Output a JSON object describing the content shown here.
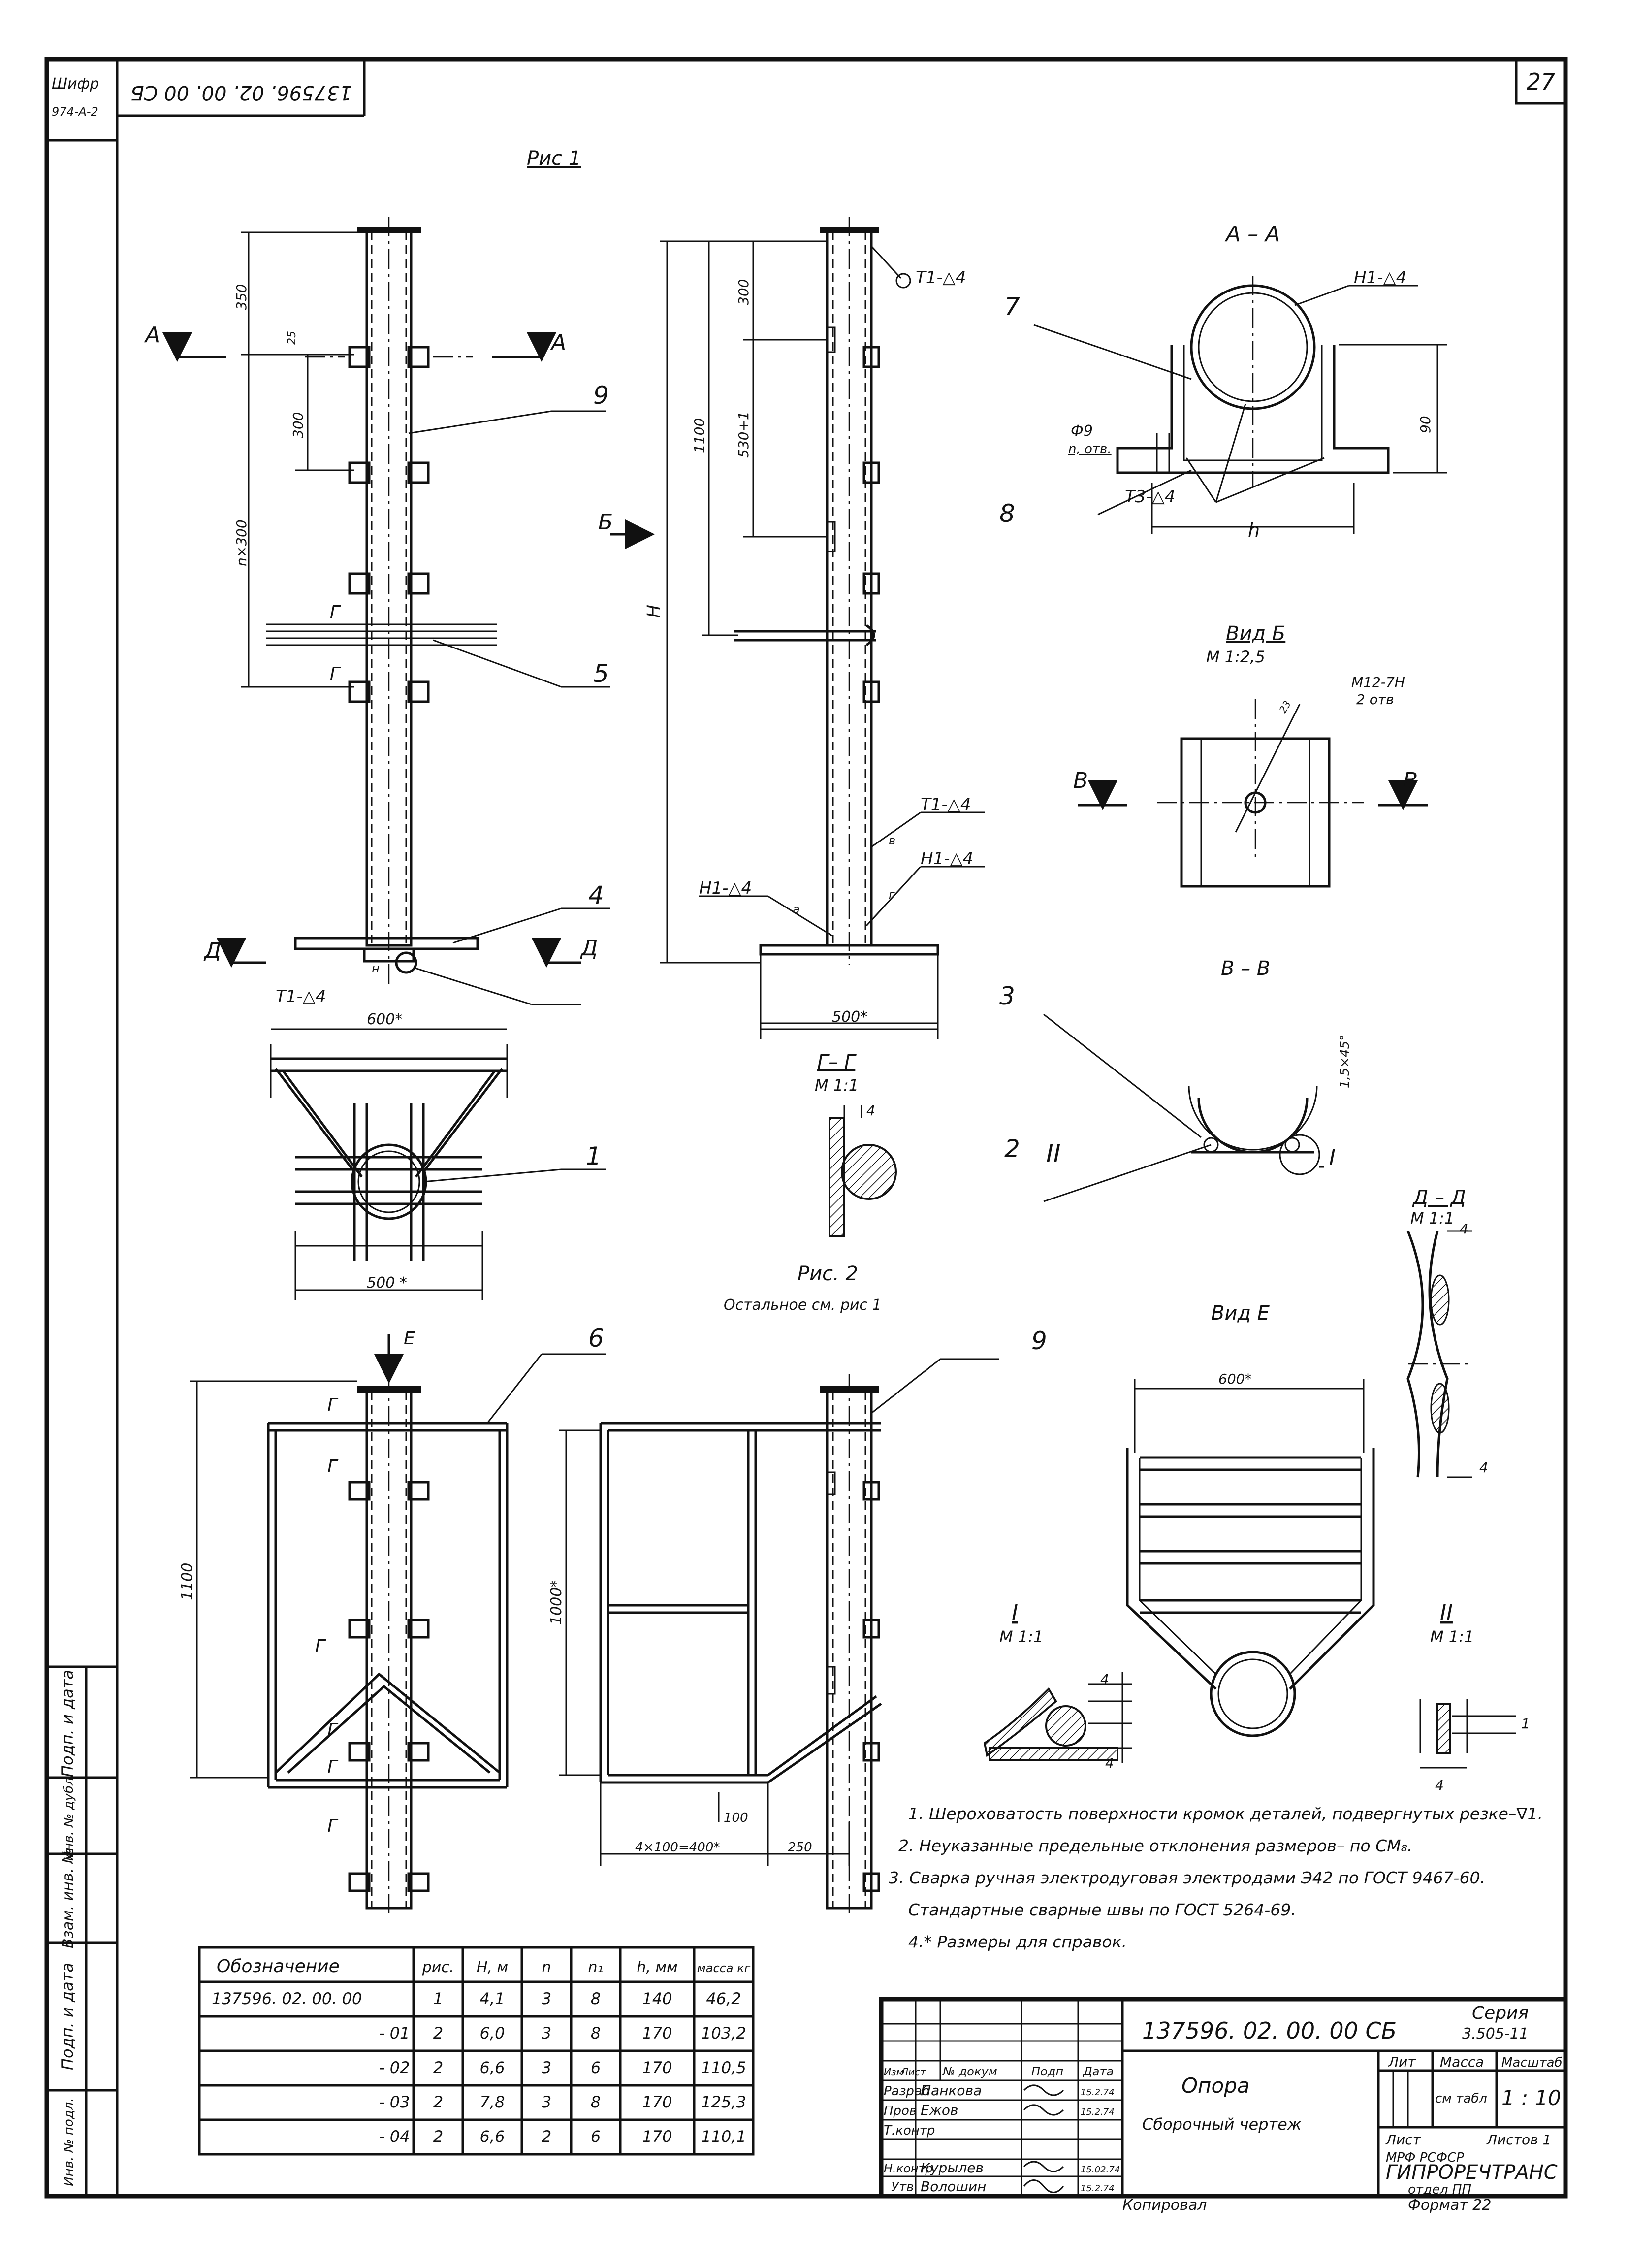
{
  "sheet": {
    "number": "27",
    "cipher_label": "Шифр",
    "cipher_value": "974-А-2",
    "stamp_rotated": "137596. 02. 00. 00 СБ",
    "copied_label": "Копировал",
    "format_label": "Формат 22"
  },
  "side_strip": [
    "Инв. № подл.",
    "Подп. и дата",
    "Взам. инв. №",
    "Инв. № дубл.",
    "Подп. и дата"
  ],
  "views": {
    "fig1": "Рис 1",
    "fig2": "Рис. 2",
    "fig2_note": "Остальное см. рис 1",
    "aa": "А – А",
    "vid_b": "Вид Б",
    "vid_b_scale": "М 1:2,5",
    "vv": "В – В",
    "gg": "Г– Г",
    "gg_scale": "М 1:1",
    "dd": "Д – Д",
    "dd_scale": "М 1:1",
    "vid_e": "Вид Е",
    "node1": "I",
    "node1_scale": "М 1:1",
    "node2": "II",
    "node2_scale": "М 1:1"
  },
  "labels": {
    "A": "А",
    "B": "Б",
    "V": "В",
    "D": "Д",
    "G": "Г",
    "E": "Е",
    "H": "Н",
    "h": "h",
    "thread": "М12-7Н",
    "thread_holes": "2 отв",
    "hole": "Ф9",
    "hole_n": "n, отв.",
    "chamfer": "1,5×45°",
    "welds": {
      "t1": "Т1-△4",
      "n1": "Н1-△4",
      "t3": "Т3-△4"
    },
    "weld_letters": {
      "v": "в",
      "g": "г",
      "a": "а",
      "n": "н"
    }
  },
  "positions": [
    "1",
    "2",
    "3",
    "4",
    "5",
    "6",
    "7",
    "8",
    "9",
    "9"
  ],
  "dims": {
    "d350": "350",
    "d25": "25",
    "d300": "300",
    "dn300": "n×300",
    "d300b": "300",
    "d1100": "1100",
    "d530": "530+1",
    "dH": "H",
    "d500": "500*",
    "d600": "600*",
    "d500b": "500 *",
    "d90": "90",
    "d1100b": "1100",
    "d1000": "1000*",
    "d100": "100",
    "d4x100": "4×100=400*",
    "d250": "250",
    "d600b": "600*",
    "d4": "4",
    "d1": "1",
    "d23": "23"
  },
  "notes": [
    "1. Шероховатость поверхности кромок деталей, подвергнутых резке–∇1.",
    "2. Неуказанные предельные отклонения размеров– по СМ₈.",
    "3. Сварка ручная электродуговая электродами Э42 по ГОСТ 9467-60.",
    "Стандартные сварные швы по ГОСТ 5264-69.",
    "4.* Размеры для справок."
  ],
  "table": {
    "headers": [
      "Обозначение",
      "рис.",
      "H, м",
      "n",
      "n₁",
      "h, мм",
      "масса кг"
    ],
    "rows": [
      [
        "137596. 02. 00. 00",
        "1",
        "4,1",
        "3",
        "8",
        "140",
        "46,2"
      ],
      [
        "- 01",
        "2",
        "6,0",
        "3",
        "8",
        "170",
        "103,2"
      ],
      [
        "- 02",
        "2",
        "6,6",
        "3",
        "6",
        "170",
        "110,5"
      ],
      [
        "- 03",
        "2",
        "7,8",
        "3",
        "8",
        "170",
        "125,3"
      ],
      [
        "- 04",
        "2",
        "6,6",
        "2",
        "6",
        "170",
        "110,1"
      ]
    ]
  },
  "title_block": {
    "code": "137596. 02. 00. 00 СБ",
    "series_label": "Серия",
    "series_value": "3.505-11",
    "name": "Опора",
    "doc_type": "Сборочный чертеж",
    "lit": "Лит",
    "mass": "Масса",
    "scale_label": "Масштаб",
    "mass_value": "см табл",
    "scale_value": "1 : 10",
    "sheet_label": "Лист",
    "sheets_label": "Листов 1",
    "org1": "МРФ РСФСР",
    "org2": "ГИПРОРЕЧТРАНС",
    "org3": "отдел ПП",
    "col_heads": [
      "Изм",
      "Лист",
      "№ докум",
      "Подп",
      "Дата"
    ],
    "people": [
      [
        "Разраб",
        "Панкова",
        "15.2.74"
      ],
      [
        "Пров",
        "Ежов",
        "15.2.74"
      ],
      [
        "Т.контр",
        "",
        ""
      ],
      [
        "",
        "",
        ""
      ],
      [
        "Н.контр",
        "Курылев",
        "15.02.74"
      ],
      [
        "Утв",
        "Волошин",
        "15.2.74"
      ]
    ]
  }
}
